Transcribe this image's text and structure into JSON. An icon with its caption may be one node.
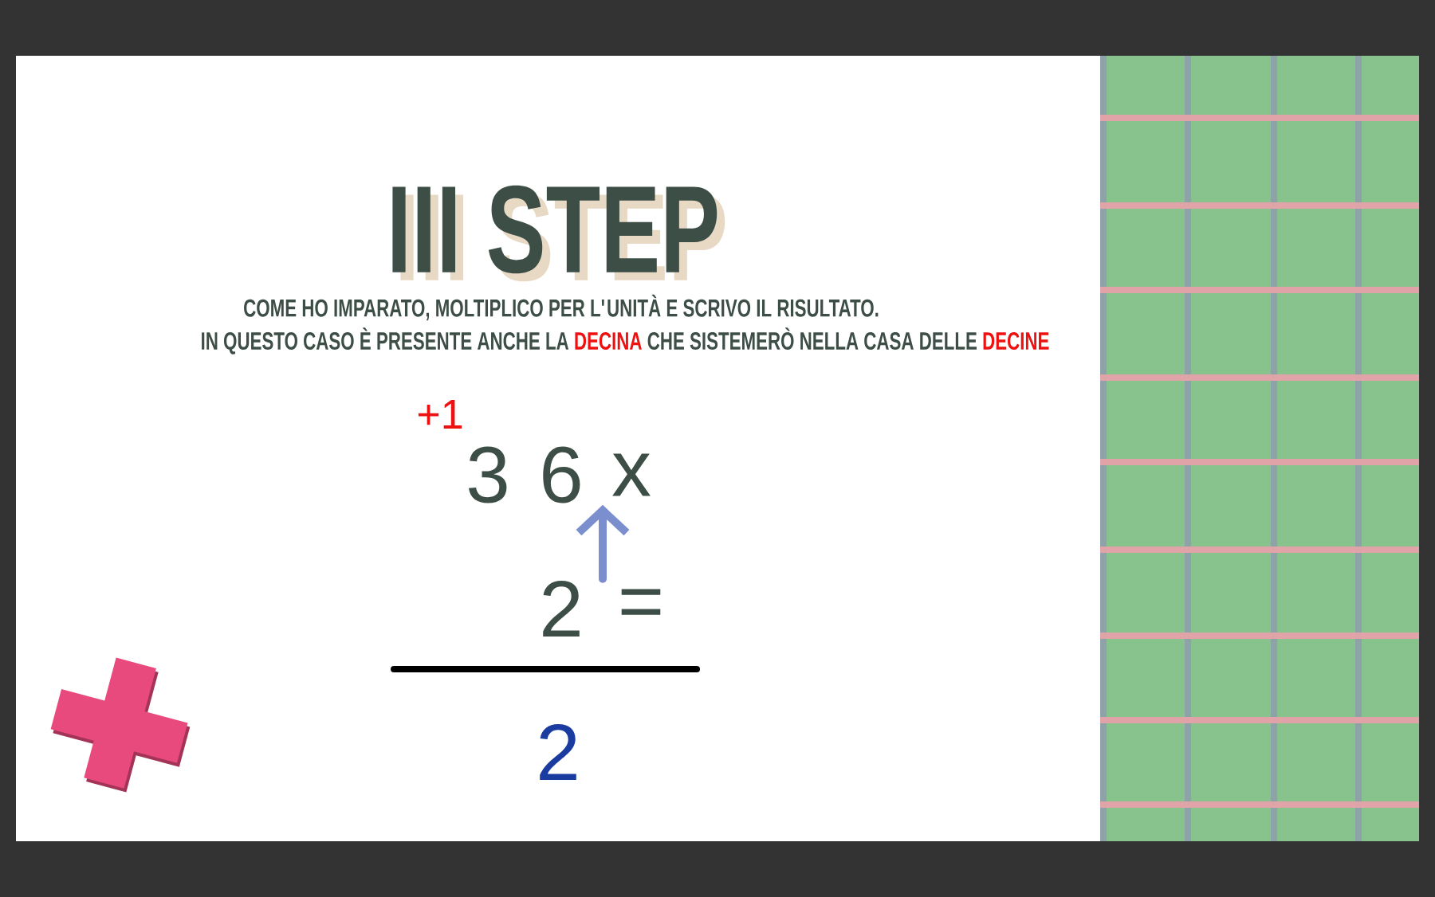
{
  "diagram": {
    "title": "III STEP",
    "nodes": [
      {
        "text": [
          "6"
        ]
      },
      {
        "text": [
          "2"
        ]
      }
    ],
    "edges": [
      {
        "from": 1,
        "to": 0,
        "arrow": "to"
      }
    ],
    "labels": [
      "COME HO IMPARATO, MOLTIPLICO PER L'UNITÀ E SCRIVO IL RISULTATO.",
      "IN QUESTO CASO È PRESENTE ANCHE LA",
      "DECINA",
      "CHE SISTEMERÒ NELLA CASA DELLE",
      "DECINE",
      "+1",
      "3",
      "x",
      "=",
      "2"
    ]
  }
}
